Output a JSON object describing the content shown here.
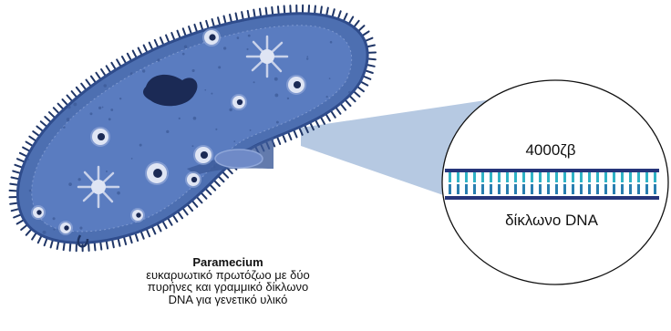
{
  "organism": {
    "name": "Paramecium",
    "description": "ευκαρυωτικό πρωτόζωο με δύο πυρήνες και γραμμικό δίκλωνο DNA για γενετικό υλικό"
  },
  "zoom": {
    "size_label": "4000ζβ",
    "dna_label": "δίκλωνο DNA"
  },
  "colors": {
    "cell_fill": "#4d6fb1",
    "cell_edge": "#2f4c8c",
    "cilia": "#1f3566",
    "macronucleus": "#1b2a55",
    "vacuole": "#c9d2ea",
    "callout": "#a9bfdd",
    "dna_strand": "#26357a",
    "dna_rungs": "#30b3c6"
  }
}
